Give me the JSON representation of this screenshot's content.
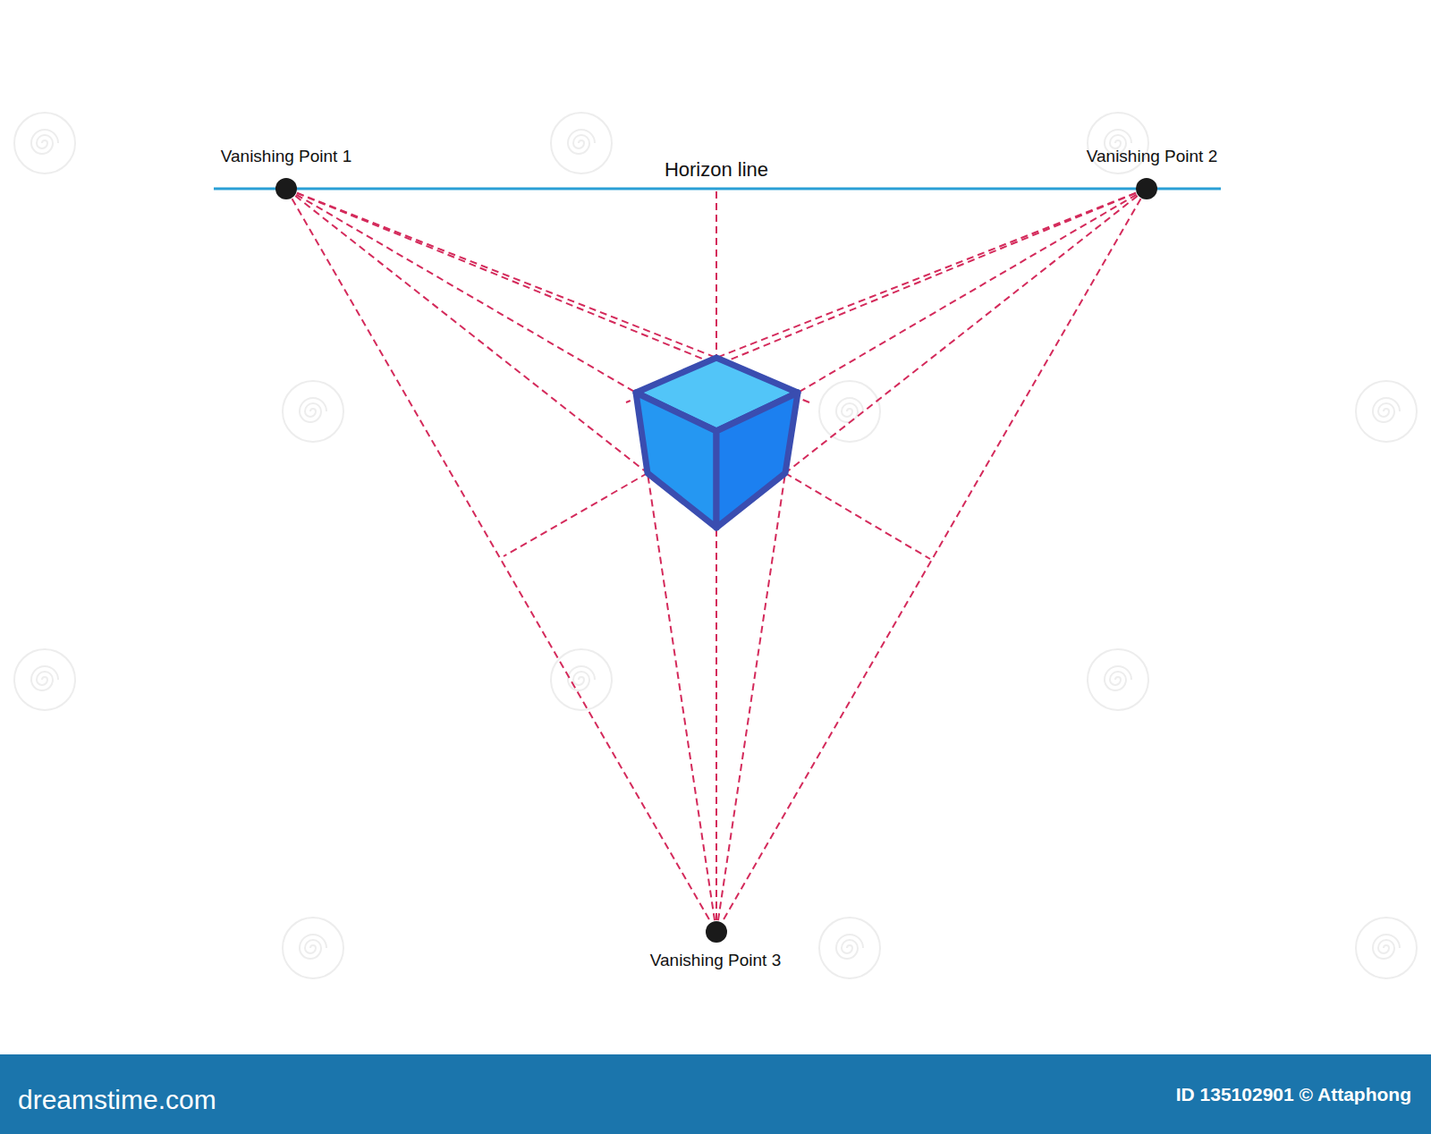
{
  "diagram": {
    "labels": [
      "Vanishing Point 1",
      "Horizon line",
      "Vanishing Point 2",
      "Vanishing Point 3",
      "dreamstime.com",
      "ID 135102901 © Attaphong"
    ]
  }
}
